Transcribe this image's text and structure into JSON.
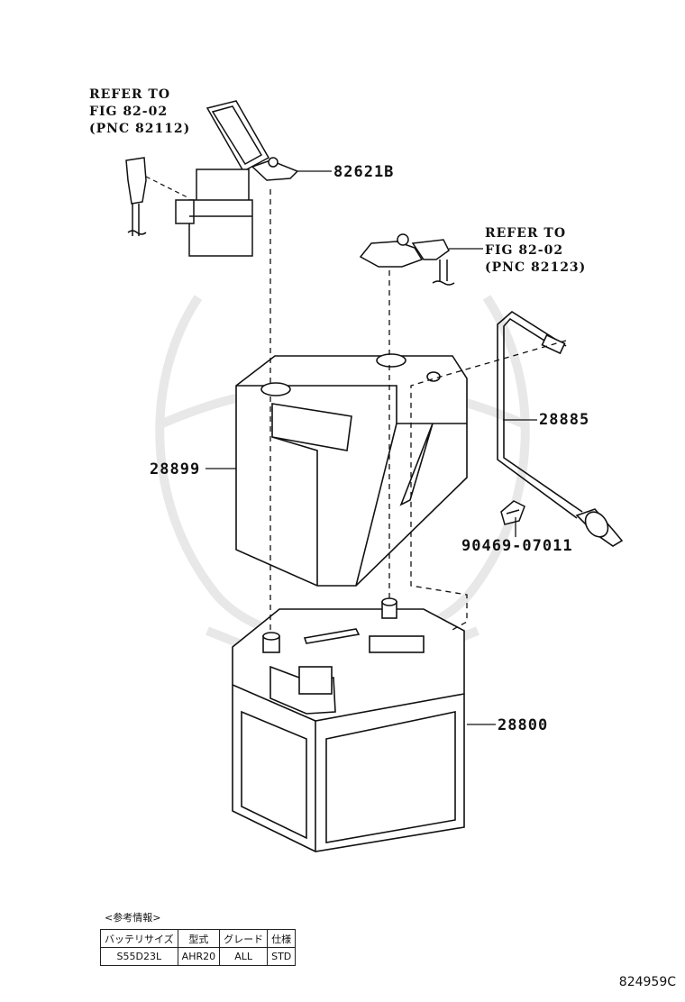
{
  "callouts": {
    "p82621b": "82621B",
    "p28885": "28885",
    "p28899": "28899",
    "p90469": "90469-07011",
    "p28800": "28800"
  },
  "refer_left": [
    "REFER TO",
    "FIG 82-02",
    "(PNC 82112)"
  ],
  "refer_right": [
    "REFER TO",
    "FIG 82-02",
    "(PNC 82123)"
  ],
  "reference_info": {
    "label": "<参考情報>",
    "headers": [
      "バッテリサイズ",
      "型式",
      "グレード",
      "仕様"
    ],
    "row": [
      "S55D23L",
      "AHR20",
      "ALL",
      "STD"
    ]
  },
  "figure_code": "824959C"
}
